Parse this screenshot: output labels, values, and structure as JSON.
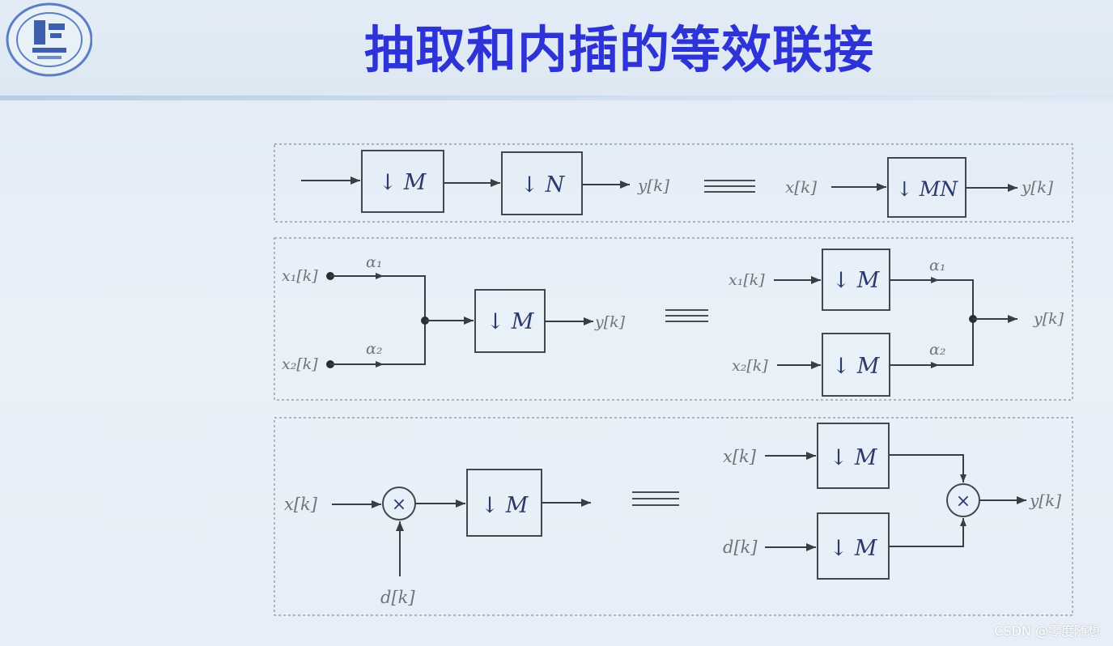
{
  "title": "抽取和内插的等效联接",
  "colors": {
    "title": "#2e33d8",
    "line": "#3a3d42",
    "box": "#44474c"
  },
  "logo": {
    "icon": "university-seal-icon"
  },
  "watermark": "CSDN @零度随想",
  "diagram": {
    "row1": {
      "block_m": "↓ M",
      "block_n": "↓ N",
      "out_left": "y[k]",
      "in_right": "x[k]",
      "block_mn": "↓ MN",
      "out_right": "y[k]"
    },
    "row2": {
      "x1": "x₁[k]",
      "x2": "x₂[k]",
      "a1": "α₁",
      "a2": "α₂",
      "block": "↓ M",
      "out_left": "y[k]",
      "r_x1": "x₁[k]",
      "r_x2": "x₂[k]",
      "r_block1": "↓ M",
      "r_block2": "↓ M",
      "r_a1": "α₁",
      "r_a2": "α₂",
      "out_right": "y[k]"
    },
    "row3": {
      "x": "x[k]",
      "d": "d[k]",
      "mult": "×",
      "block": "↓ M",
      "r_x": "x[k]",
      "r_d": "d[k]",
      "r_block1": "↓ M",
      "r_block2": "↓ M",
      "r_mult": "×",
      "out_right": "y[k]"
    }
  }
}
